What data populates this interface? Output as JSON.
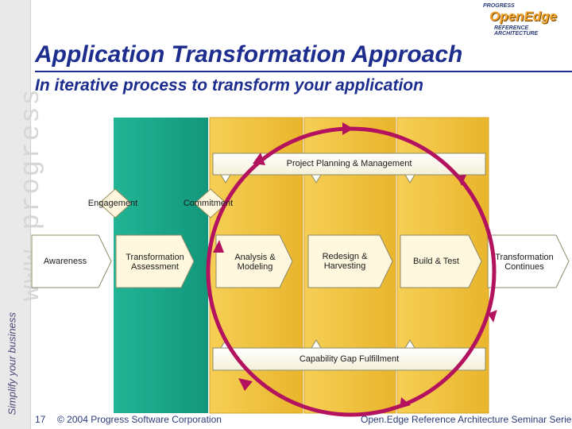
{
  "header": {
    "title": "Application Transformation Approach",
    "subtitle": "In iterative process to transform your application"
  },
  "logo": {
    "line1": "PROGRESS",
    "line2": "OpenEdge",
    "line3": "REFERENCE ARCHITECTURE"
  },
  "sidebar": {
    "watermark": "www.progress",
    "tagline": "Simplify your business"
  },
  "diagram": {
    "bars": {
      "project_planning": "Project Planning & Management",
      "capability_gap": "Capability Gap Fulfillment"
    },
    "milestones": {
      "engagement": "Engagement",
      "commitment": "Commitment"
    },
    "stages": {
      "awareness": "Awareness",
      "assessment": "Transformation Assessment",
      "analysis": "Analysis & Modeling",
      "redesign": "Redesign & Harvesting",
      "build": "Build & Test",
      "continues": "Transformation Continues"
    },
    "colors": {
      "teal_column": "#1aa88a",
      "gold_column": "#f0c040",
      "cycle": "#b3125e",
      "title": "#1d2d8e"
    }
  },
  "footer": {
    "page_number": "17",
    "copyright": "© 2004 Progress Software Corporation",
    "series": "Open.Edge Reference Architecture Seminar Series"
  }
}
